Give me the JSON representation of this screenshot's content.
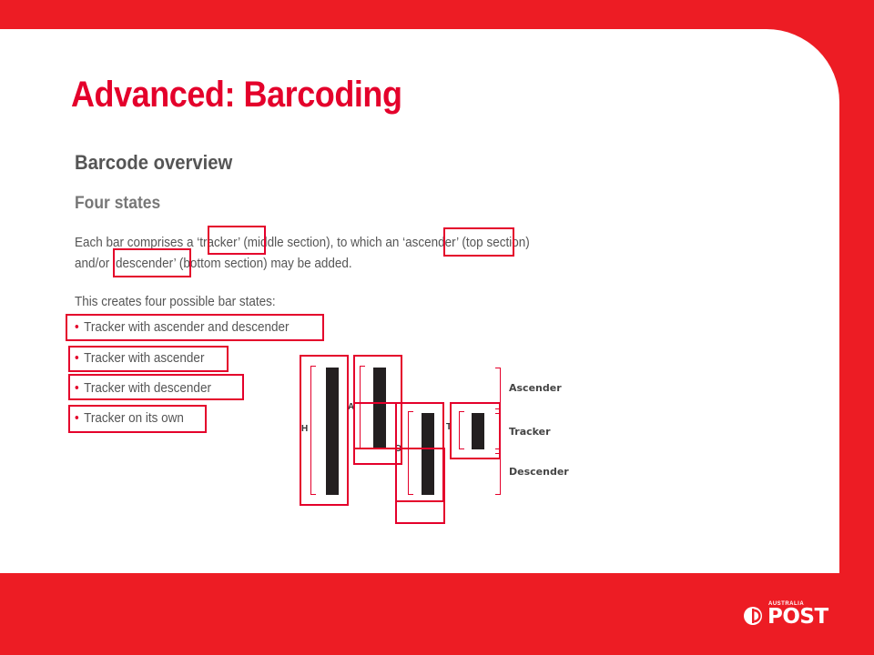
{
  "slide": {
    "title": "Advanced: Barcoding",
    "subtitle": "Barcode overview",
    "section": "Four states",
    "paragraph_line1": "Each bar comprises a ‘tracker’ (middle section), to which an ‘ascender’ (top section)",
    "paragraph_line2": "and/or ‘descender’ (bottom section) may be added.",
    "intro": "This creates four possible bar states:",
    "bullets": [
      "Tracker with ascender and descender",
      "Tracker with ascender",
      "Tracker with descender",
      "Tracker on its own"
    ]
  },
  "diagram": {
    "label_h": "H",
    "label_a": "A",
    "label_d": "D",
    "label_t": "T",
    "legend": [
      "Ascender",
      "Tracker",
      "Descender"
    ]
  },
  "logo": {
    "small_text": "AUSTRALIA",
    "word": "POST"
  },
  "colors": {
    "brand_red": "#ed1c24",
    "title_red": "#e4002b",
    "bar": "#231f20"
  }
}
